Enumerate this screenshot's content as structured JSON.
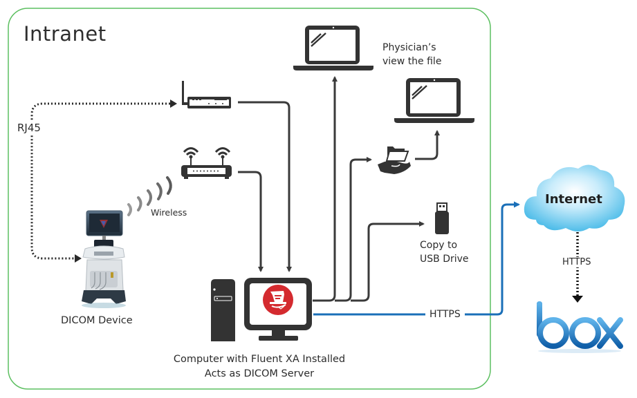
{
  "diagram": {
    "zone": {
      "title": "Intranet",
      "border_color": "#5cbf60"
    },
    "labels": {
      "rj45": "RJ45",
      "wireless": "Wireless",
      "dicom_device": "DICOM Device",
      "physicians_line1": "Physician’s",
      "physicians_line2": "view the file",
      "usb_line1": "Copy to",
      "usb_line2": "USB Drive",
      "https_outbound": "HTTPS",
      "https_cloud": "HTTPS",
      "computer_line1": "Computer with Fluent XA Installed",
      "computer_line2": "Acts as DICOM Server",
      "internet": "Internet",
      "box_logo": "box"
    },
    "nodes": [
      {
        "id": "dicom-device",
        "label": "DICOM Device",
        "icon": "ultrasound-cart"
      },
      {
        "id": "wired-router",
        "icon": "router-wired"
      },
      {
        "id": "wireless-router",
        "icon": "wifi-router"
      },
      {
        "id": "computer",
        "label": "Computer with Fluent XA Installed / Acts as DICOM Server",
        "icon": "desktop-computer"
      },
      {
        "id": "laptop-physician",
        "label": "Physician’s view the file",
        "icon": "laptop"
      },
      {
        "id": "laptop-shared",
        "icon": "laptop"
      },
      {
        "id": "shared-folder",
        "icon": "folder-in-hand"
      },
      {
        "id": "usb-drive",
        "label": "Copy to USB Drive",
        "icon": "usb-drive"
      },
      {
        "id": "internet",
        "label": "Internet",
        "icon": "cloud"
      },
      {
        "id": "box",
        "label": "box",
        "icon": "box-logo"
      }
    ],
    "edges": [
      {
        "from": "dicom-device",
        "to": "wired-router",
        "style": "dotted",
        "label": "RJ45"
      },
      {
        "from": "dicom-device",
        "to": "wireless-router",
        "style": "wireless",
        "label": "Wireless"
      },
      {
        "from": "wired-router",
        "to": "computer",
        "style": "solid"
      },
      {
        "from": "wireless-router",
        "to": "computer",
        "style": "solid"
      },
      {
        "from": "computer",
        "to": "laptop-physician",
        "style": "solid"
      },
      {
        "from": "computer",
        "to": "shared-folder",
        "style": "solid"
      },
      {
        "from": "shared-folder",
        "to": "laptop-shared",
        "style": "solid"
      },
      {
        "from": "computer",
        "to": "usb-drive",
        "style": "solid"
      },
      {
        "from": "computer",
        "to": "internet",
        "style": "solid-blue",
        "label": "HTTPS"
      },
      {
        "from": "internet",
        "to": "box",
        "style": "dotted",
        "label": "HTTPS"
      }
    ],
    "colors": {
      "line": "#3a3a3a",
      "https_line": "#1a6fb8",
      "icon": "#333333",
      "fluent_logo": "#d42a2f",
      "cloud_top": "#cdefff",
      "cloud_bottom": "#33b4e6",
      "box_blue": "#1d7fc9"
    }
  }
}
